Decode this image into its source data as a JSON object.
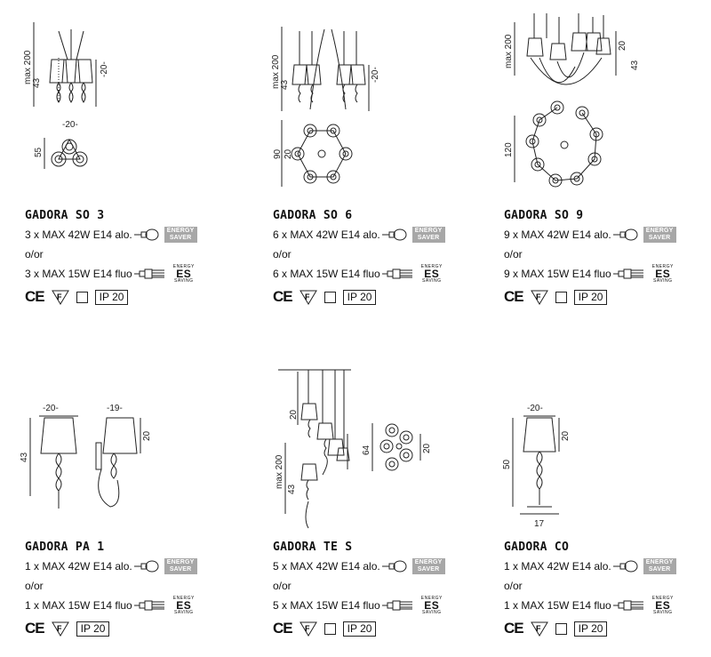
{
  "common": {
    "or": "o/or",
    "energy_saver": [
      "ENERGY",
      "SAVER"
    ],
    "es_logo": {
      "top": "ENERGY",
      "mark": "ES",
      "bottom": "SAVING"
    },
    "ce": "CE",
    "f_mark": "F",
    "ip": "IP 20"
  },
  "products": [
    {
      "name": "GADORA SO 3",
      "halogen": "3 x MAX 42W E14 alo.",
      "fluo": "3 x MAX 15W E14 fluo",
      "dims": {
        "height_max": "max 200",
        "shade_h": "43",
        "shade_w": "-20-",
        "base_w": "-20-",
        "base_h": "55"
      }
    },
    {
      "name": "GADORA SO 6",
      "halogen": "6 x MAX 42W E14 alo.",
      "fluo": "6 x MAX 15W E14 fluo",
      "dims": {
        "height_max": "max 200",
        "shade_h": "43",
        "shade_w": "-20-",
        "base_h": "90",
        "base_w": "20"
      }
    },
    {
      "name": "GADORA SO 9",
      "halogen": "9 x MAX 42W E14 alo.",
      "fluo": "9 x MAX 15W E14 fluo",
      "dims": {
        "height_max": "max 200",
        "shade_w": "20",
        "shade_h": "43",
        "base_h": "120"
      }
    },
    {
      "name": "GADORA PA 1",
      "halogen": "1 x MAX 42W E14 alo.",
      "fluo": "1 x MAX 15W E14 fluo",
      "dims": {
        "shade_w1": "-20-",
        "shade_h": "43",
        "shade_w2": "-19-",
        "shade_h2": "20"
      }
    },
    {
      "name": "GADORA TE S",
      "halogen": "5 x MAX 42W E14 alo.",
      "fluo": "5 x MAX 15W E14 fluo",
      "dims": {
        "shade_h": "20",
        "height_max": "max 200",
        "lower": "43",
        "base_h": "64",
        "base_w": "20"
      }
    },
    {
      "name": "GADORA CO",
      "halogen": "1 x MAX 42W E14 alo.",
      "fluo": "1 x MAX 15W E14 fluo",
      "dims": {
        "shade_w": "-20-",
        "shade_h": "20",
        "height": "50",
        "base_w": "17"
      }
    }
  ]
}
